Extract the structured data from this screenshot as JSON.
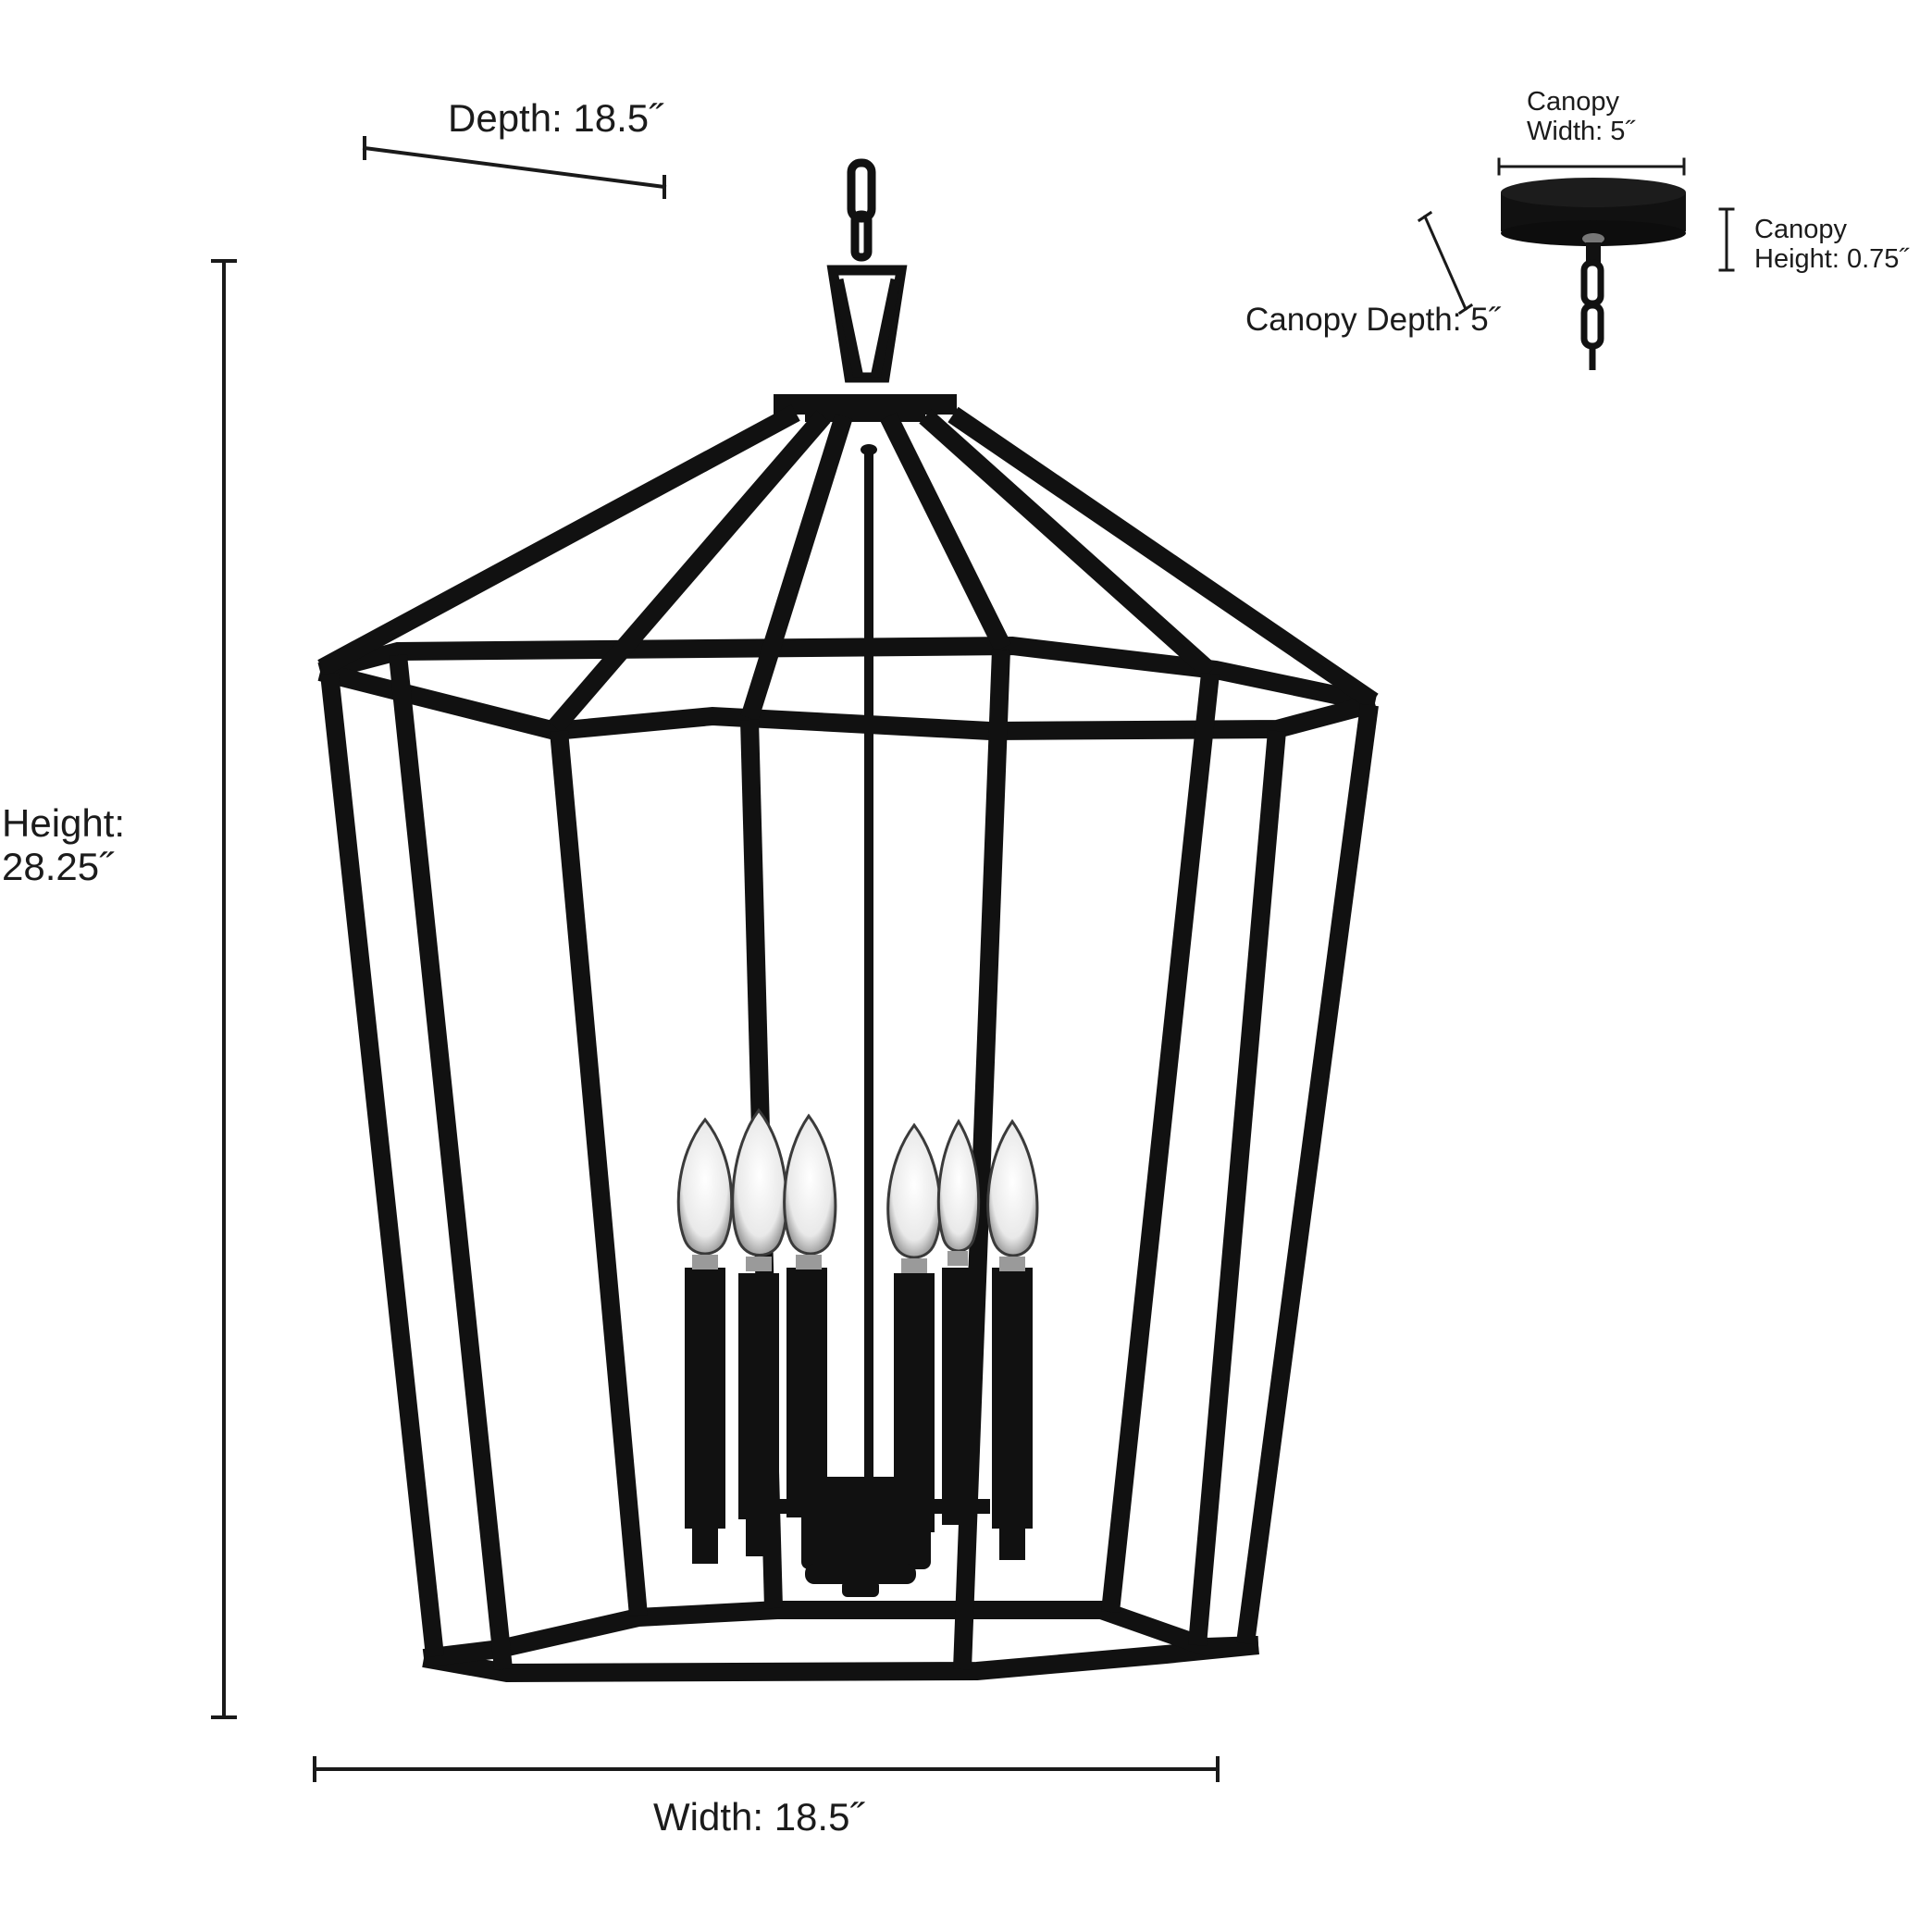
{
  "dimensions": {
    "depth": "Depth: 18.5˝",
    "height_line1": "Height:",
    "height_line2": "28.25˝",
    "width": "Width: 18.5˝",
    "canopy_width_line1": "Canopy",
    "canopy_width_line2": "Width: 5˝",
    "canopy_height_line1": "Canopy",
    "canopy_height_line2": "Height: 0.75˝",
    "canopy_depth": "Canopy Depth: 5˝"
  },
  "colors": {
    "fixture": "#111111",
    "dimension_line": "#1a1a1a",
    "text": "#1b1b1b",
    "bulb_glass": "#eeeeee",
    "background": "#ffffff"
  }
}
